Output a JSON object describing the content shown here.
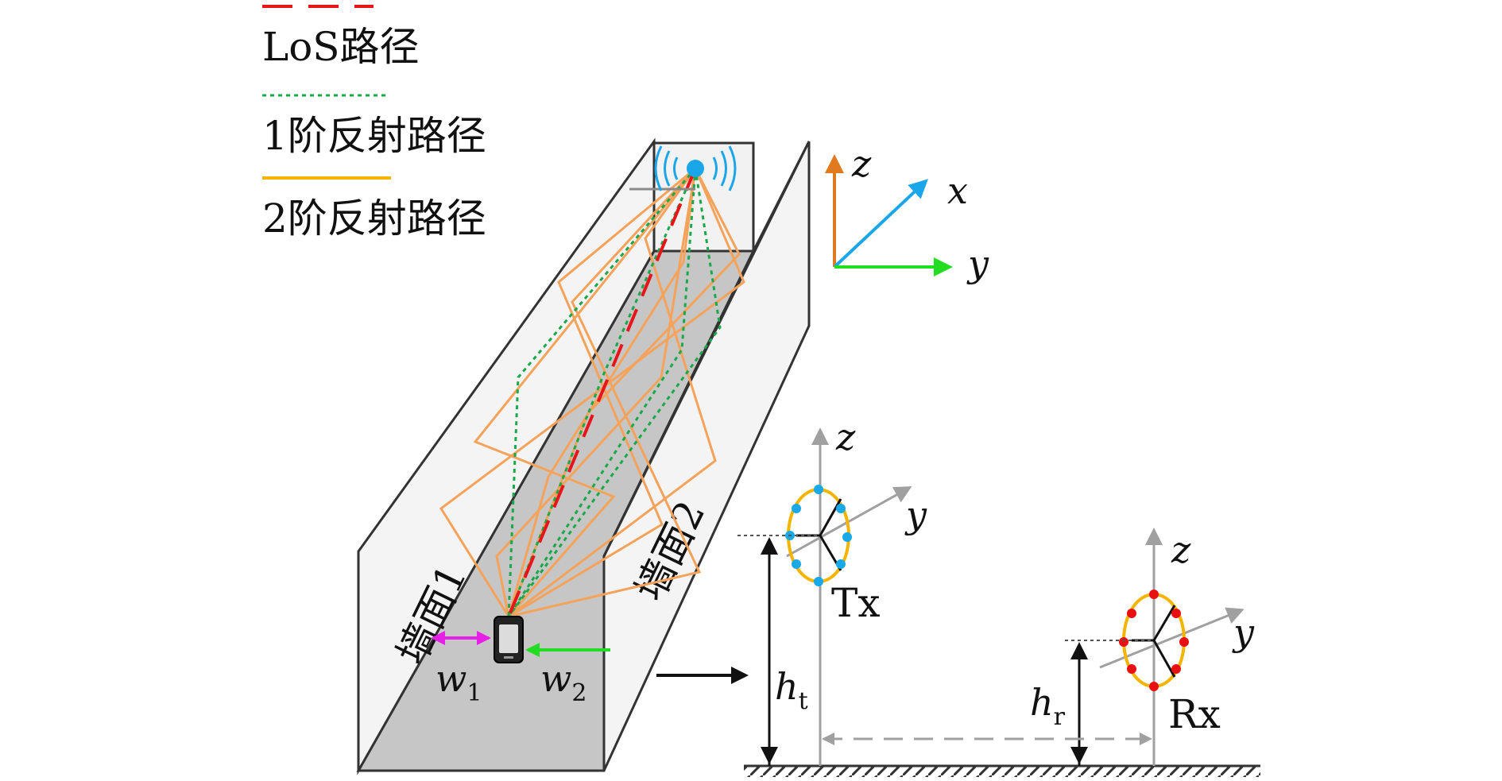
{
  "legend": {
    "los": "LoS路径",
    "first_order": "1阶反射路径",
    "second_order": "2阶反射路径"
  },
  "walls": {
    "wall1": "墙面1",
    "wall2": "墙面2"
  },
  "axes_main": {
    "z": "z",
    "x": "x",
    "y": "y"
  },
  "widths": {
    "w1": "w",
    "w1_sub": "1",
    "w2": "w",
    "w2_sub": "2"
  },
  "tx": {
    "label": "Tx",
    "z": "z",
    "y": "y",
    "h": "h",
    "h_sub": "t"
  },
  "rx": {
    "label": "Rx",
    "z": "z",
    "y": "y",
    "h": "h",
    "h_sub": "r"
  },
  "colors": {
    "los": "#e8141a",
    "first_order": "#19a84a",
    "second_order": "#f5a25a",
    "legend_second": "#f4b400",
    "z_axis": "#e07a1f",
    "x_axis": "#1aa6e8",
    "y_axis": "#22dd22",
    "tx_dot": "#19a9e8",
    "rx_dot": "#e81010",
    "ring": "#f4b400",
    "floor": "#c6c6c6",
    "wall": "#f4f4f4",
    "w1_arrow": "#e61ee6",
    "w2_arrow": "#22dd22",
    "gray_axis": "#a0a0a0"
  }
}
